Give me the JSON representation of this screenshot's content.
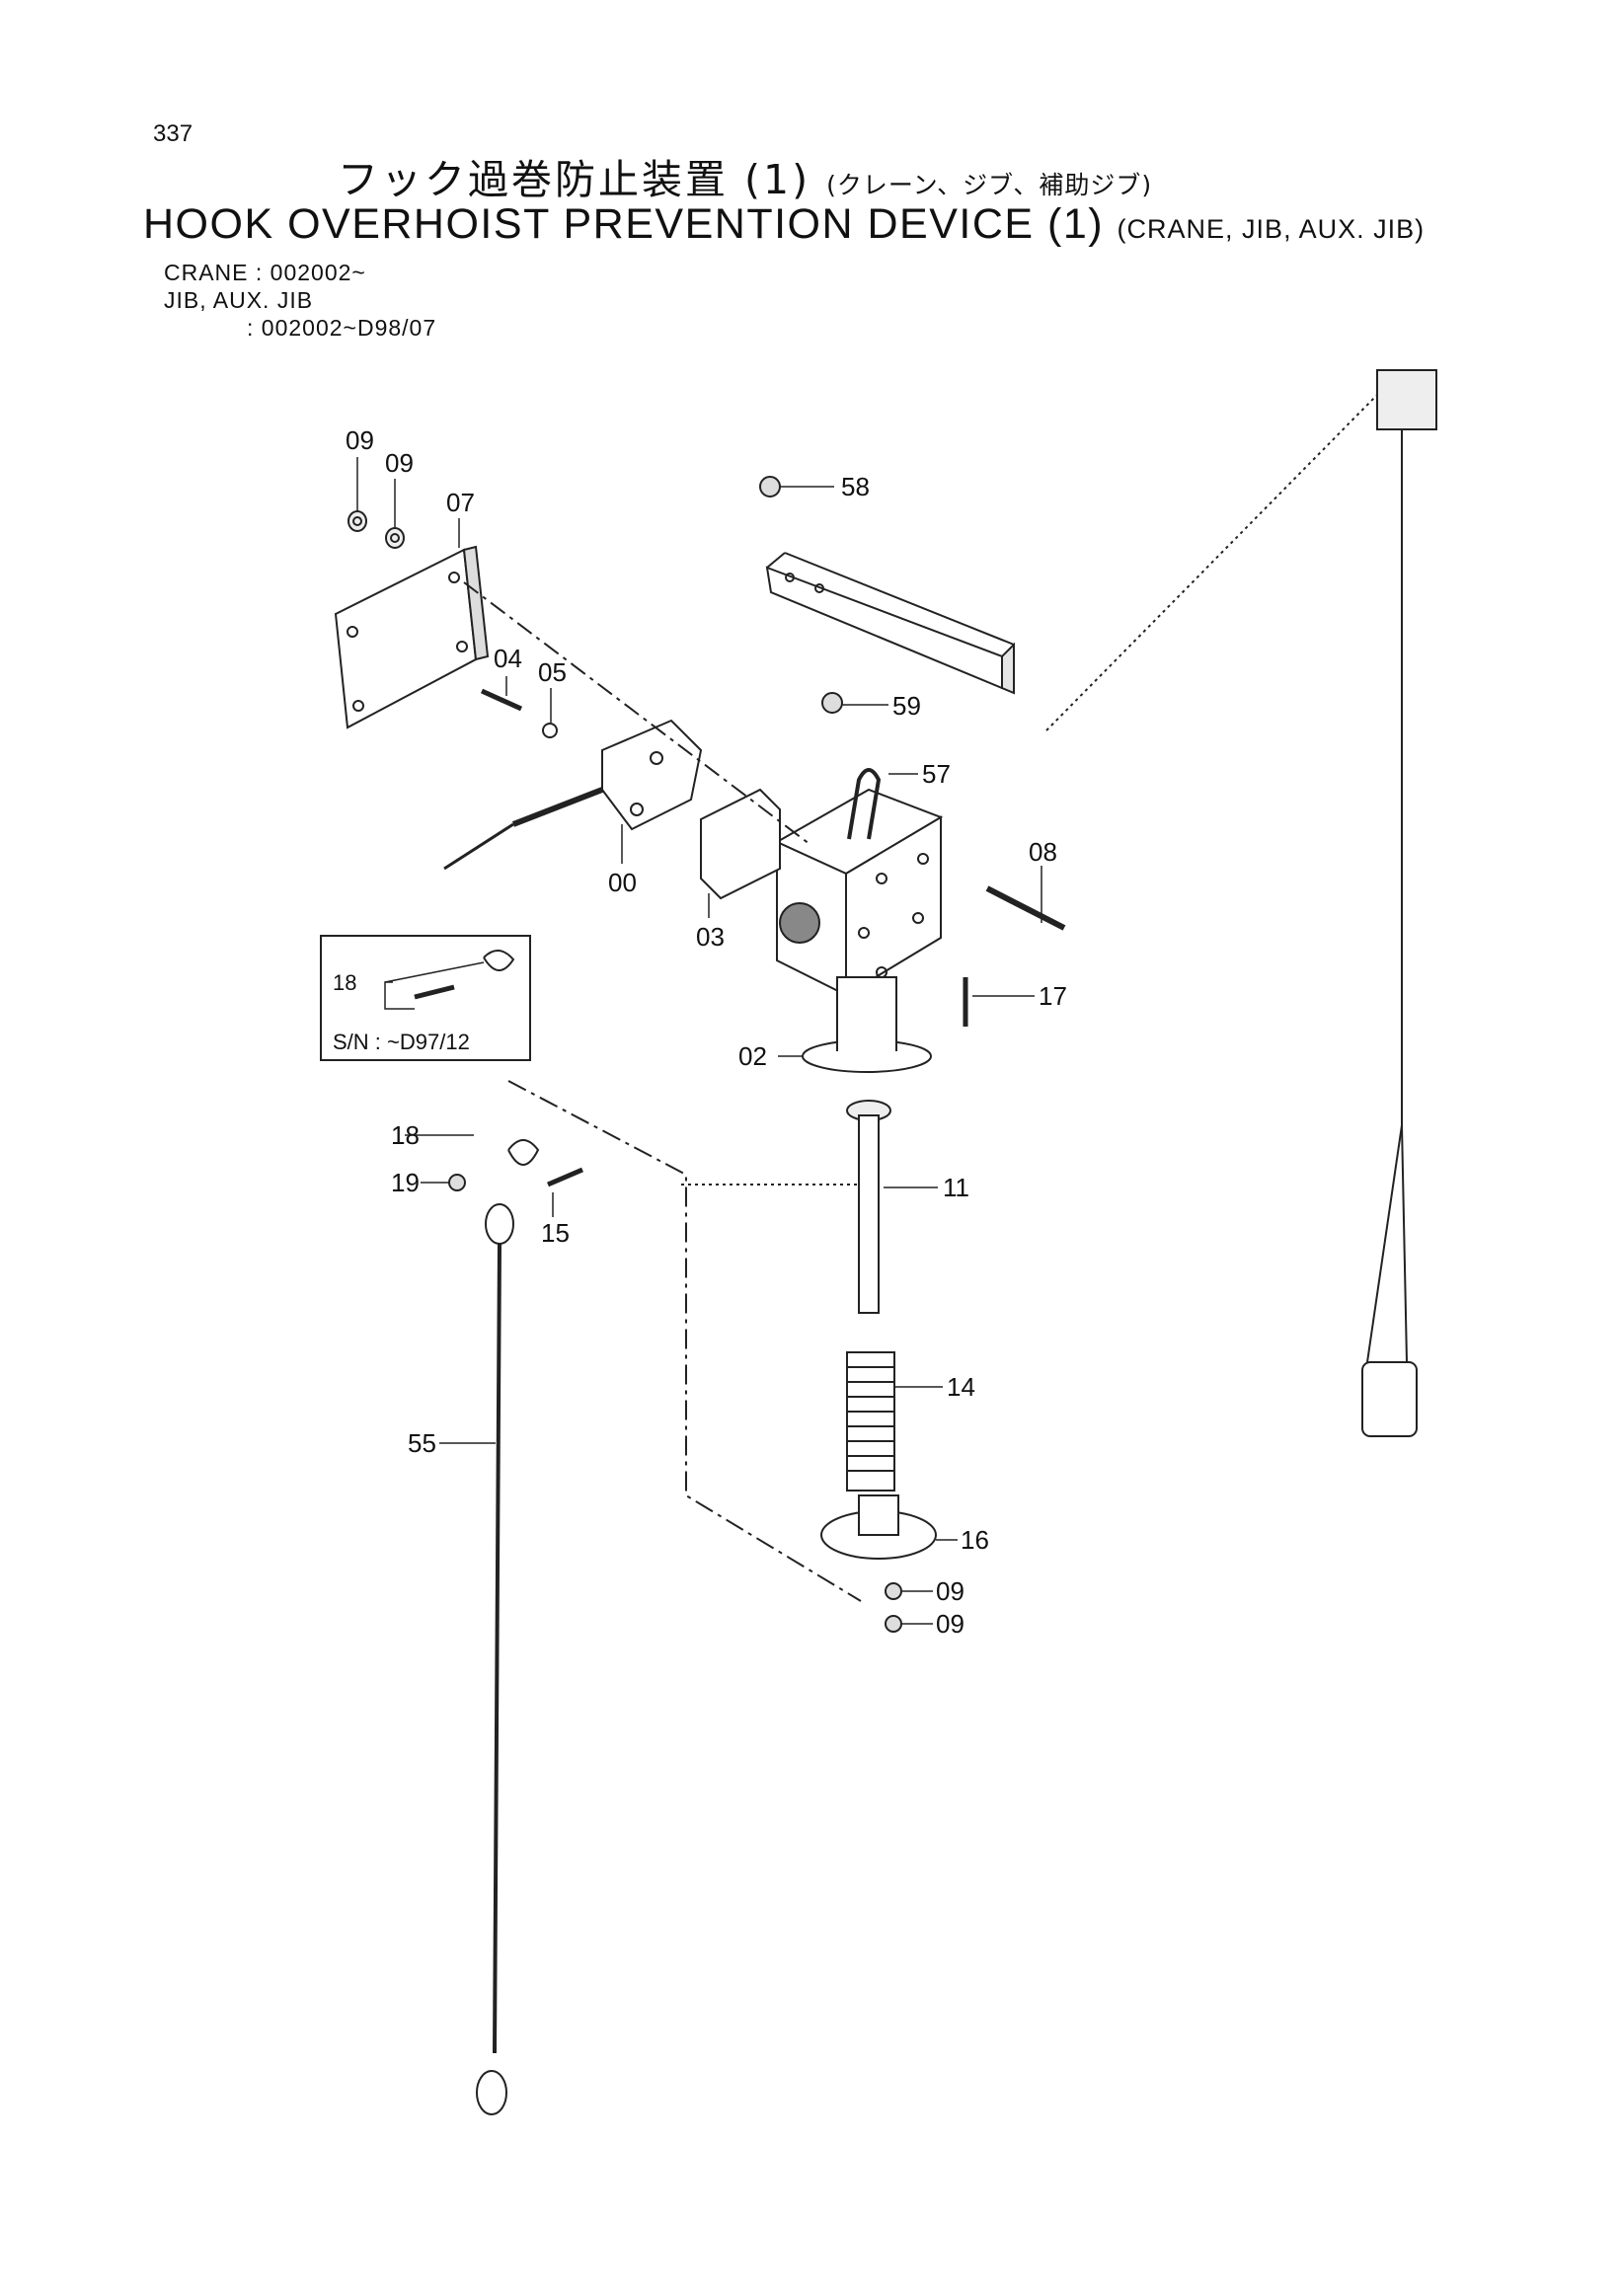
{
  "page_number": "337",
  "title_jp": "フック過巻防止装置 (1)",
  "title_jp_sub": "(クレーン、ジブ、補助ジブ)",
  "title_en": "HOOK OVERHOIST PREVENTION DEVICE (1)",
  "title_en_sub": "(CRANE, JIB, AUX. JIB)",
  "serial": {
    "crane": "CRANE : 002002~",
    "jib_label": "JIB, AUX. JIB",
    "jib_range": ": 002002~D98/07"
  },
  "inset": {
    "part": "18",
    "serial_note": "S/N : ~D97/12"
  },
  "parts": {
    "p09a": "09",
    "p09b": "09",
    "p07": "07",
    "p04": "04",
    "p05": "05",
    "p58": "58",
    "p59": "59",
    "p57": "57",
    "p08": "08",
    "p00": "00",
    "p03": "03",
    "p17": "17",
    "p02": "02",
    "p18": "18",
    "p19": "19",
    "p15": "15",
    "p11": "11",
    "p14": "14",
    "p55": "55",
    "p16": "16",
    "p09c": "09",
    "p09d": "09"
  }
}
